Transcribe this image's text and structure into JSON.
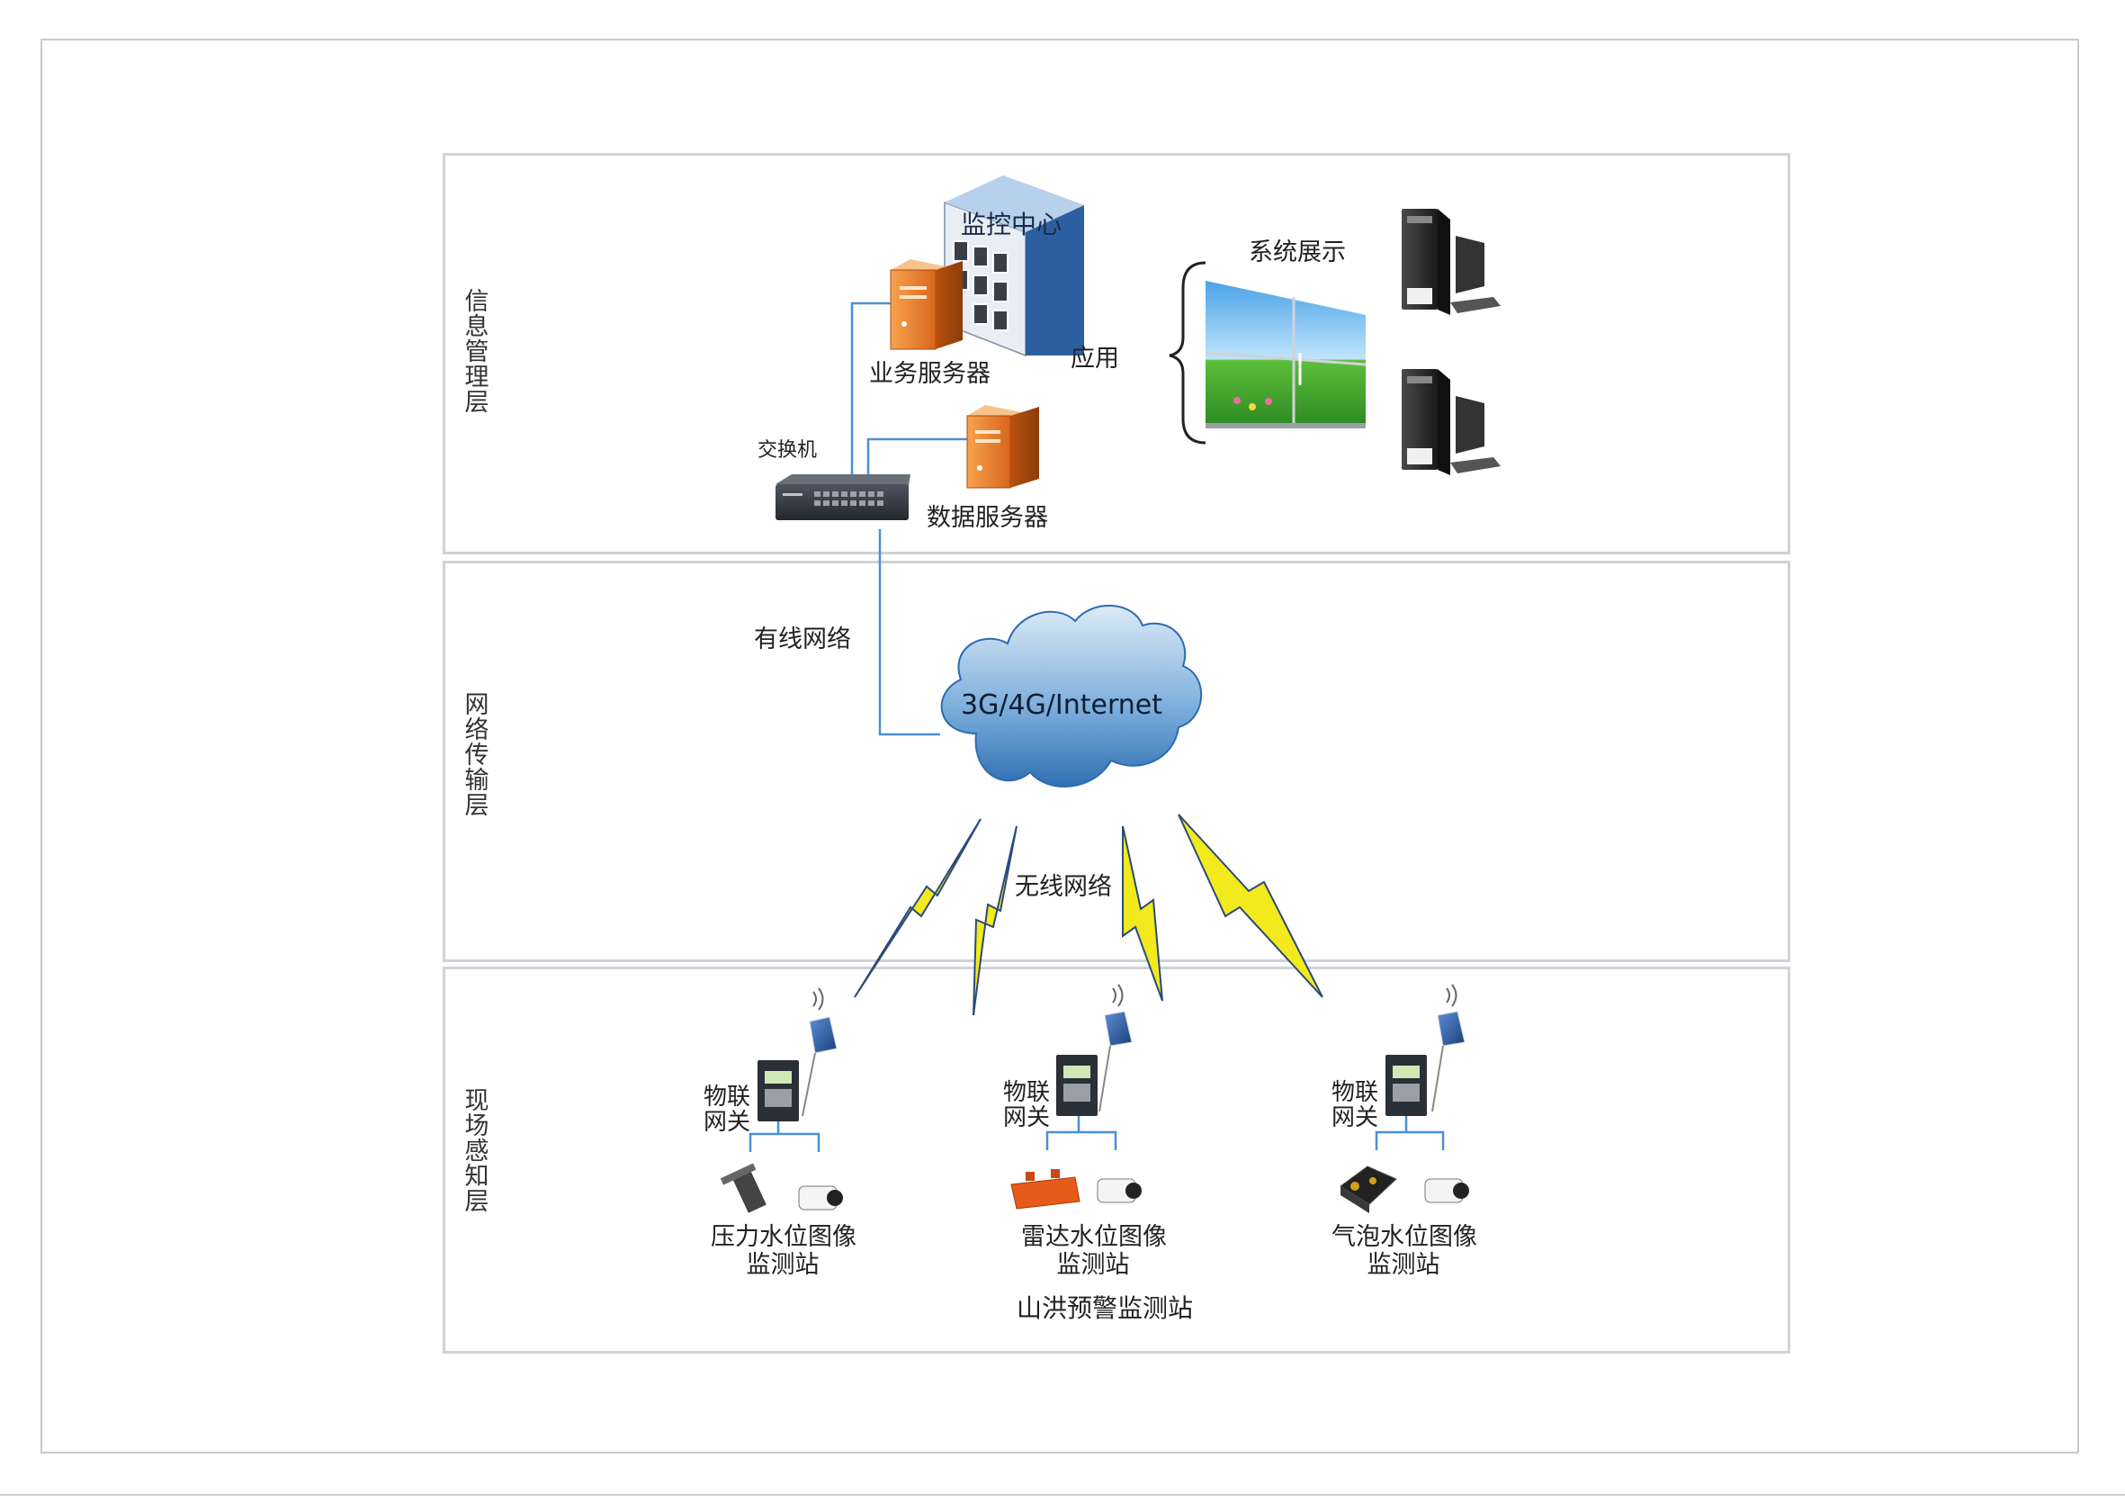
{
  "layers": {
    "info": "信息管理层",
    "network": "网络传输层",
    "field": "现场感知层"
  },
  "info_layer": {
    "monitor_center": "监控中心",
    "business_server": "业务服务器",
    "switch": "交换机",
    "data_server": "数据服务器",
    "application": "应用",
    "system_display": "系统展示"
  },
  "network_layer": {
    "wired": "有线网络",
    "cloud": "3G/4G/Internet",
    "wireless": "无线网络"
  },
  "field_layer": {
    "gateway": "物联网关",
    "stations": [
      {
        "line1": "压力水位图像",
        "line2": "监测站"
      },
      {
        "line1": "雷达水位图像",
        "line2": "监测站"
      },
      {
        "line1": "气泡水位图像",
        "line2": "监测站"
      }
    ],
    "footer": "山洪预警监测站"
  }
}
